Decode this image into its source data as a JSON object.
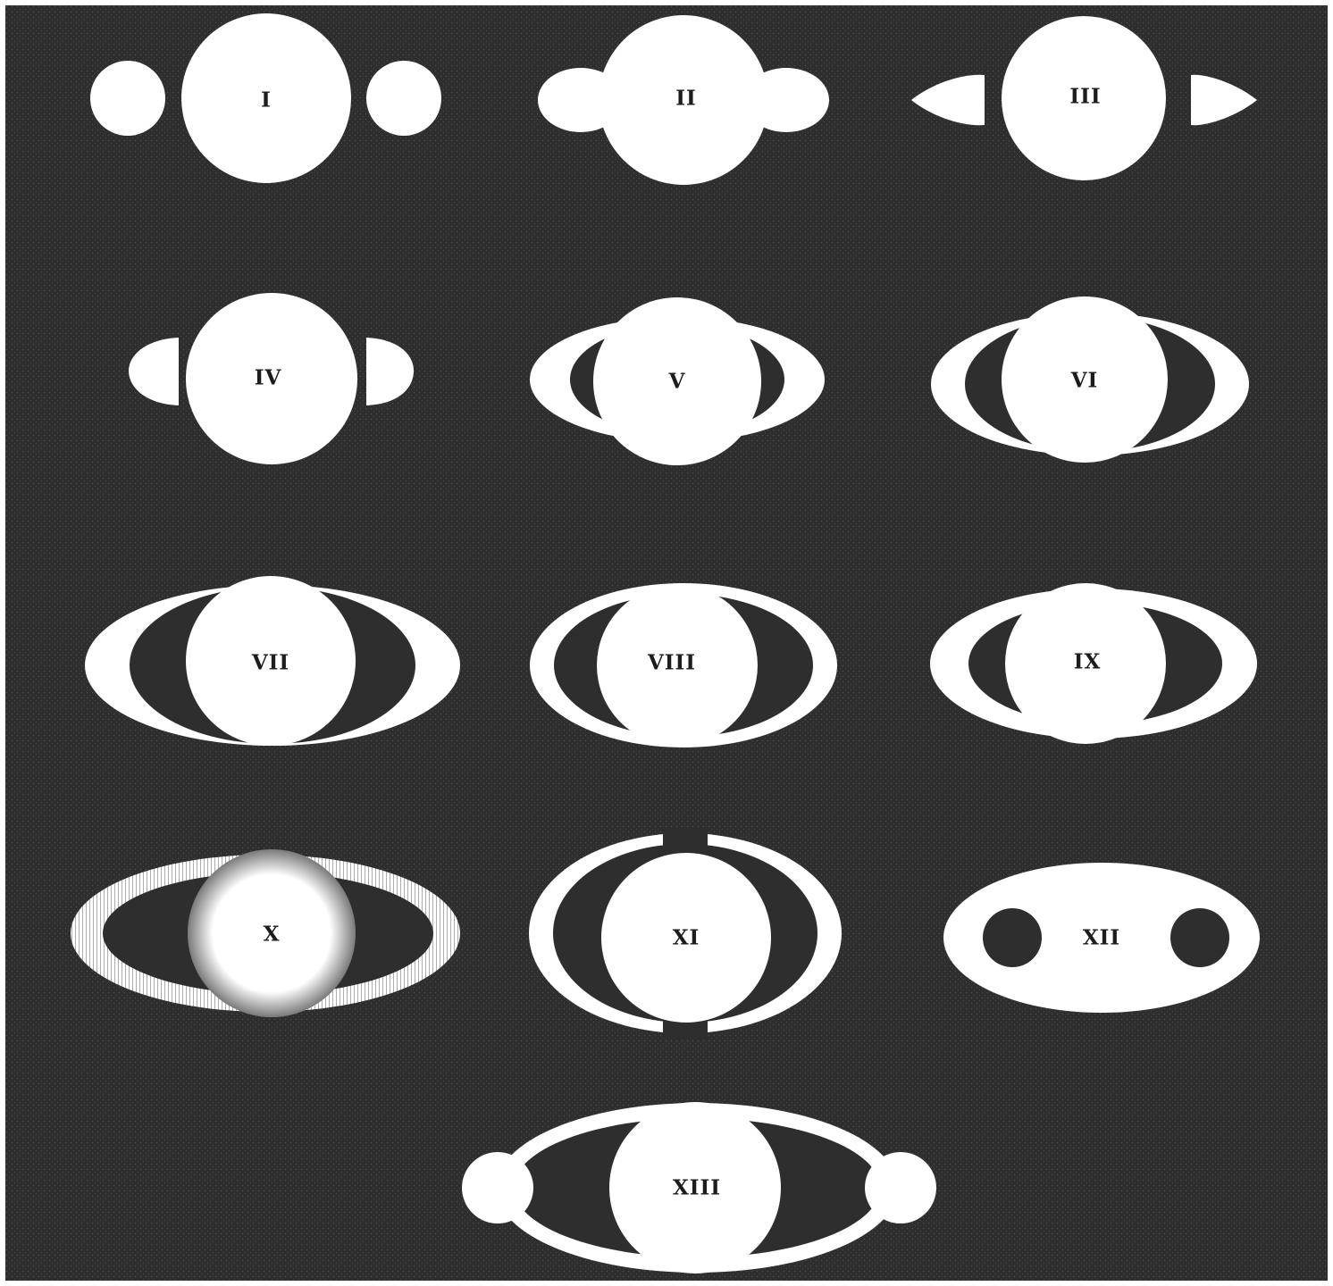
{
  "plate": {
    "background_color": "#2e2e2e",
    "figure_color": "#ffffff",
    "label_color": "#1c1c1c",
    "figures": [
      {
        "id": "fig-1",
        "label": "I",
        "form": "ansae-detached-circles"
      },
      {
        "id": "fig-2",
        "label": "II",
        "form": "ansae-attached-lobes"
      },
      {
        "id": "fig-3",
        "label": "III",
        "form": "ansae-detached-teardrops"
      },
      {
        "id": "fig-4",
        "label": "IV",
        "form": "ansae-half-discs"
      },
      {
        "id": "fig-5",
        "label": "V",
        "form": "ring-crescents"
      },
      {
        "id": "fig-6",
        "label": "VI",
        "form": "ring-crescents"
      },
      {
        "id": "fig-7",
        "label": "VII",
        "form": "ring-crescents-wide"
      },
      {
        "id": "fig-8",
        "label": "VIII",
        "form": "ellipse-ring-crescents"
      },
      {
        "id": "fig-9",
        "label": "IX",
        "form": "ellipse-ring-crescents"
      },
      {
        "id": "fig-10",
        "label": "X",
        "form": "hatched-ring"
      },
      {
        "id": "fig-11",
        "label": "XI",
        "form": "split-arc-ring"
      },
      {
        "id": "fig-12",
        "label": "XII",
        "form": "ellipse-with-holes"
      },
      {
        "id": "fig-13",
        "label": "XIII",
        "form": "ring-with-end-moons"
      }
    ]
  }
}
